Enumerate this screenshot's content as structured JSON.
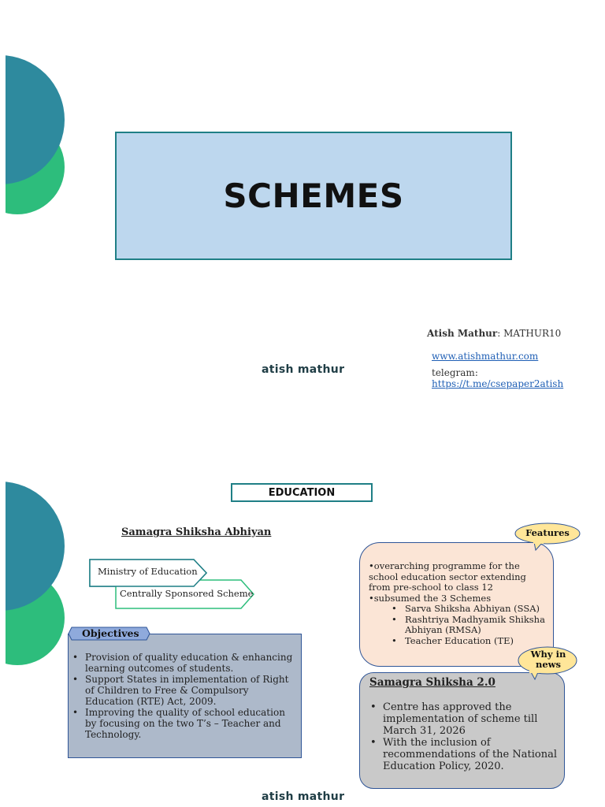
{
  "slide1": {
    "title": "SCHEMES",
    "brand": "atish mathur",
    "author_name": "Atish Mathur",
    "author_code": ": MATHUR10",
    "website": "www.atishmathur.com",
    "telegram_label": "telegram: ",
    "telegram_link": "https://t.me/csepaper2atish"
  },
  "slide2": {
    "heading": "EDUCATION",
    "scheme_name": "Samagra Shiksha Abhiyan",
    "ministry": "Ministry of Education",
    "scheme_type": "Centrally Sponsored Scheme",
    "objectives_label": "Objectives",
    "objectives": [
      "Provision of quality education & enhancing learning outcomes of students.",
      "Support States in implementation  of Right of Children to Free & Compulsory Education (RTE) Act, 2009.",
      "Improving the quality of school education by focusing on the two T’s – Teacher and Technology."
    ],
    "features_label": "Features",
    "features_line1": "•overarching programme for the school education sector extending from pre-school to class 12",
    "features_line2": "•subsumed the 3 Schemes",
    "features_sub": [
      "Sarva Shiksha Abhiyan (SSA)",
      "Rashtriya Madhyamik Shiksha Abhiyan (RMSA)",
      "Teacher Education (TE)"
    ],
    "news_label_line1": "Why in",
    "news_label_line2": "news",
    "news_title": "Samagra Shiksha 2.0",
    "news_items": [
      "Centre has approved the implementation of scheme till March 31, 2026",
      "With the inclusion of recommendations  of the National Education Policy, 2020."
    ],
    "brand": "atish mathur"
  },
  "colors": {
    "teal_circle": "#2e8a9e",
    "green_circle": "#2dbd7c",
    "title_fill": "#bdd7ee",
    "border_teal": "#1f7f86",
    "objectives_fill": "#adb9ca",
    "features_fill": "#fbe5d6",
    "news_fill": "#c9c9c9",
    "callout_fill": "#ffe699",
    "tab_fill": "#8faadc",
    "link": "#1f5fb5"
  }
}
